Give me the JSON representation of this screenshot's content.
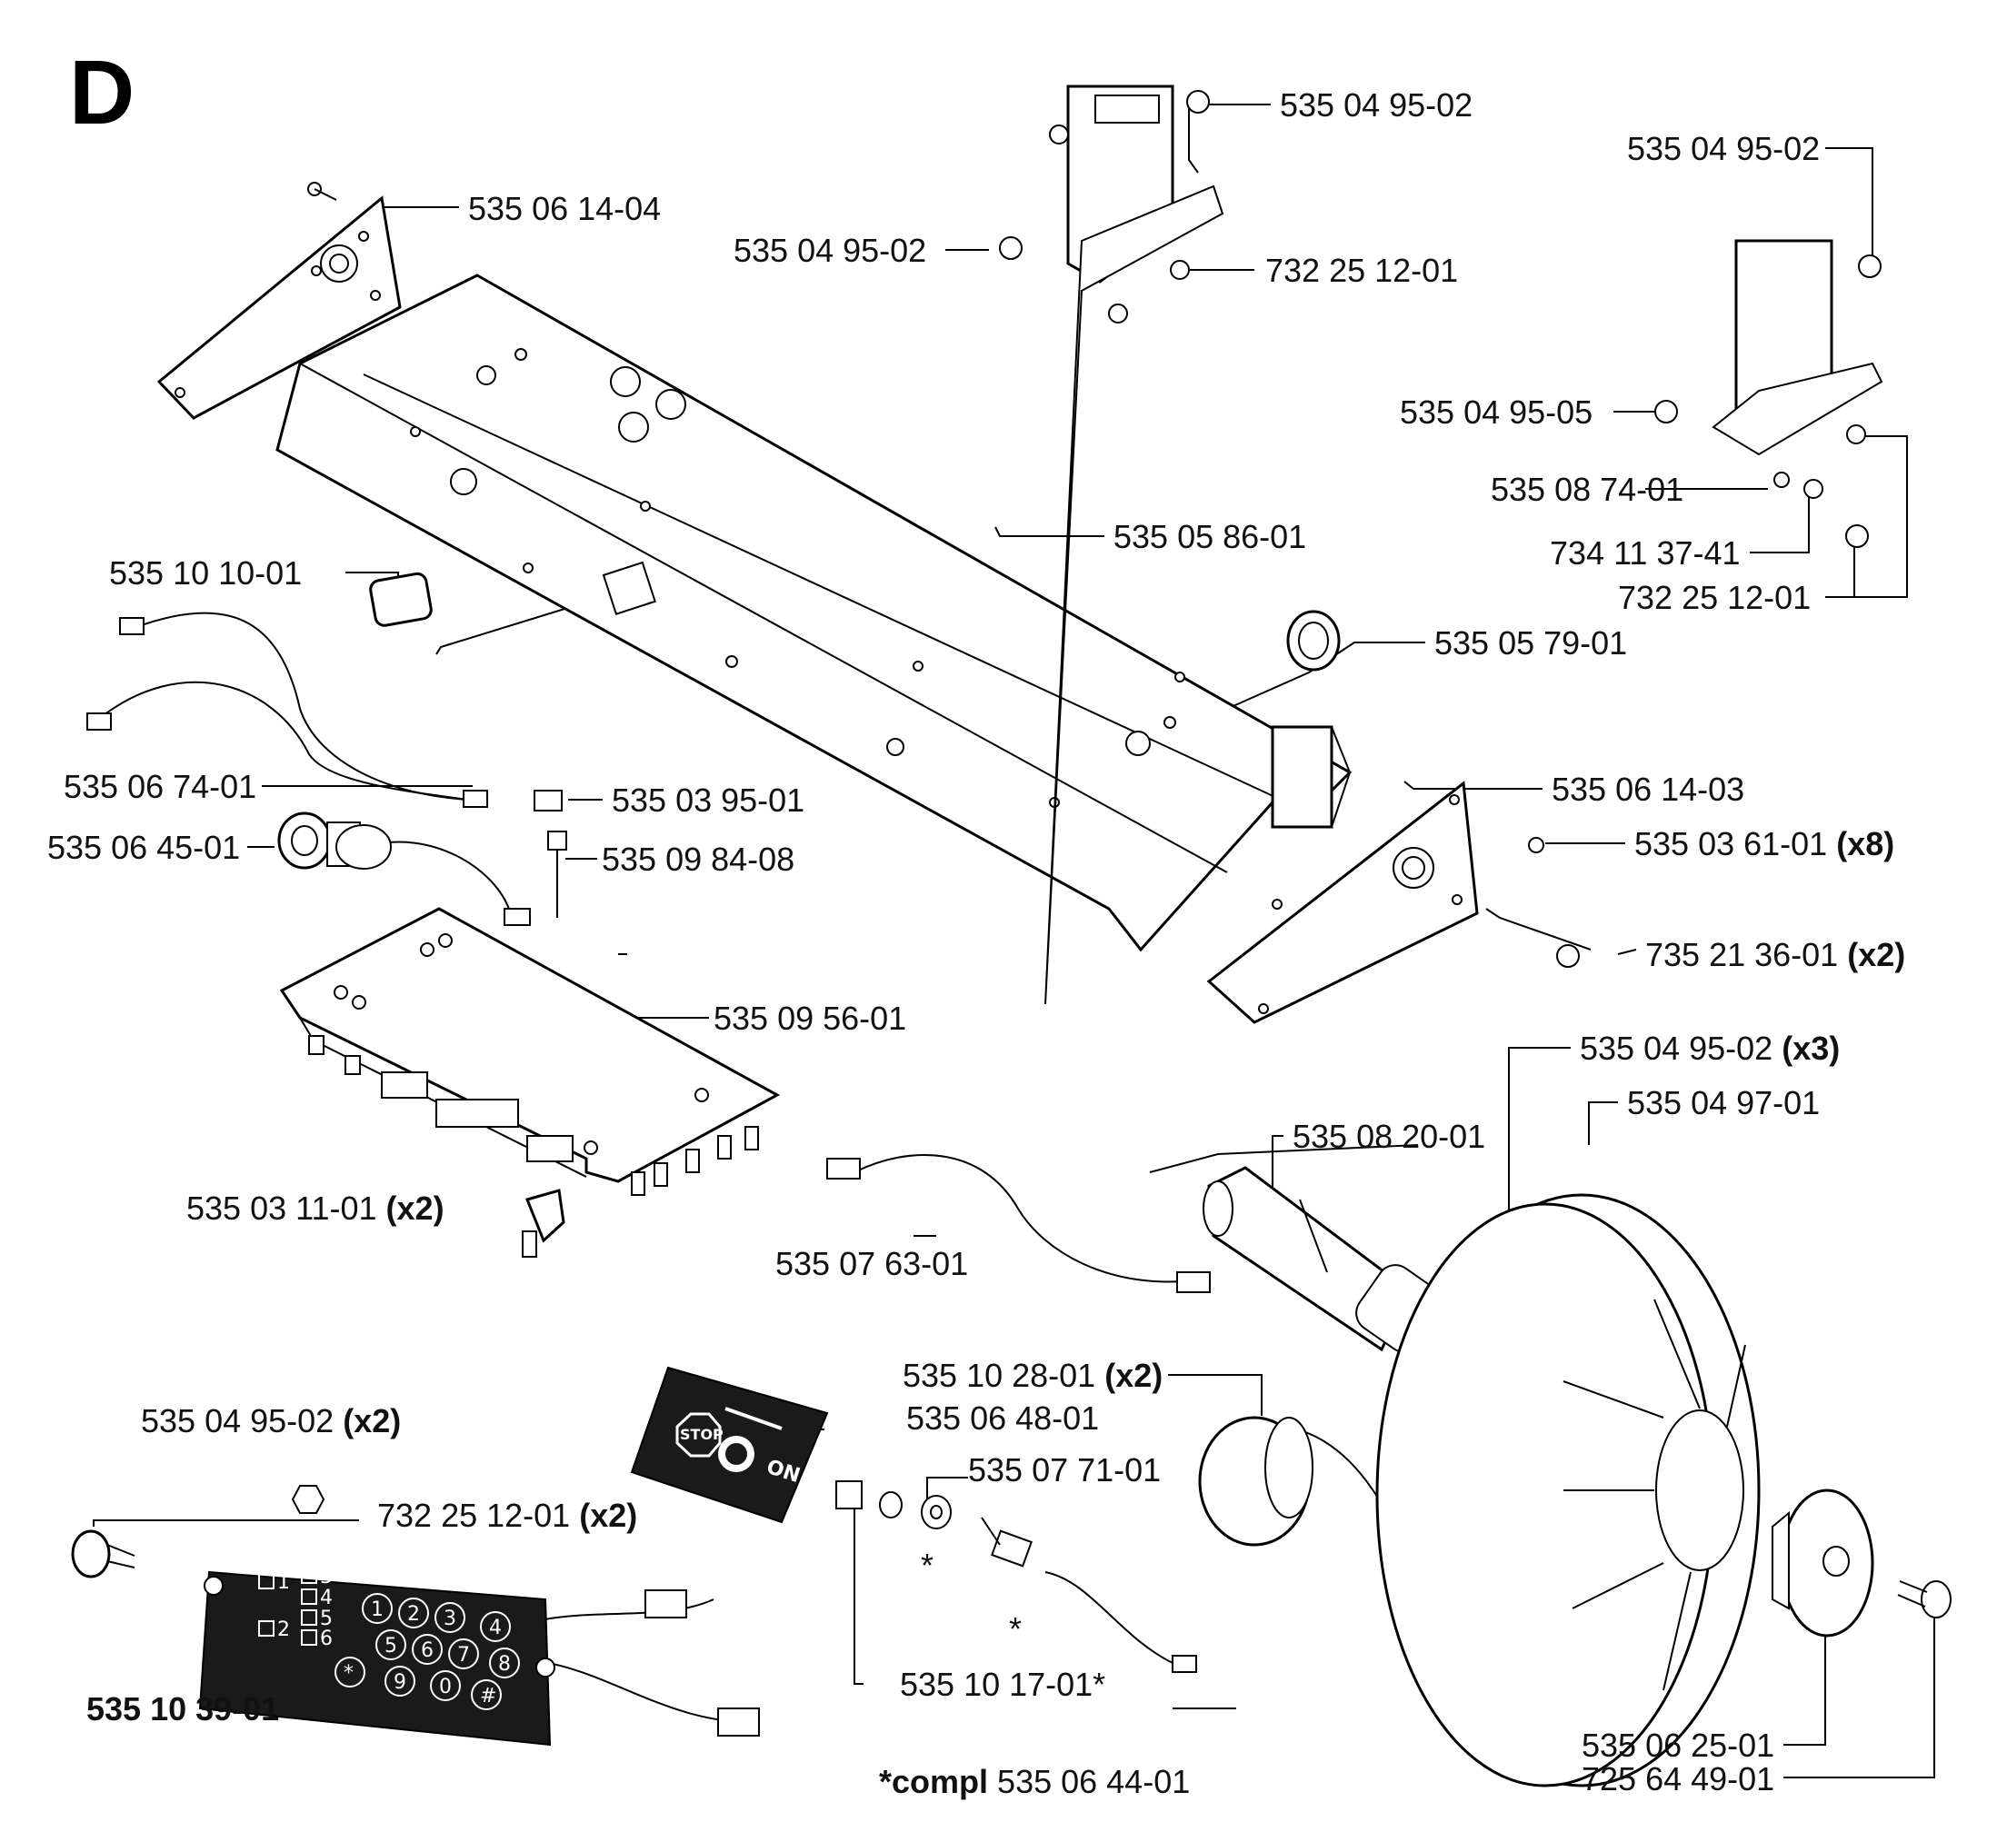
{
  "section_letter": "D",
  "callouts": [
    {
      "id": "c1",
      "part": "535 06 14-04",
      "qty": ""
    },
    {
      "id": "c2",
      "part": "535 04 95-02",
      "qty": ""
    },
    {
      "id": "c3",
      "part": "535 04 95-02",
      "qty": ""
    },
    {
      "id": "c4",
      "part": "732 25 12-01",
      "qty": ""
    },
    {
      "id": "c5",
      "part": "535 04 95-02",
      "qty": ""
    },
    {
      "id": "c6",
      "part": "535 04 95-05",
      "qty": ""
    },
    {
      "id": "c7",
      "part": "535 08 74-01",
      "qty": ""
    },
    {
      "id": "c8",
      "part": "734 11 37-41",
      "qty": ""
    },
    {
      "id": "c9",
      "part": "732 25 12-01",
      "qty": ""
    },
    {
      "id": "c10",
      "part": "535 05 86-01",
      "qty": ""
    },
    {
      "id": "c11",
      "part": "535 10 10-01",
      "qty": ""
    },
    {
      "id": "c12",
      "part": "535 05 79-01",
      "qty": ""
    },
    {
      "id": "c13",
      "part": "535 06 74-01",
      "qty": ""
    },
    {
      "id": "c14",
      "part": "535 03 95-01",
      "qty": ""
    },
    {
      "id": "c15",
      "part": "535 06 14-03",
      "qty": ""
    },
    {
      "id": "c16",
      "part": "535 06 45-01",
      "qty": ""
    },
    {
      "id": "c17",
      "part": "535 09 84-08",
      "qty": ""
    },
    {
      "id": "c18",
      "part": "535 03 61-01",
      "qty": "(x8)"
    },
    {
      "id": "c19",
      "part": "735 21 36-01",
      "qty": "(x2)"
    },
    {
      "id": "c20",
      "part": "535 09 56-01",
      "qty": ""
    },
    {
      "id": "c21",
      "part": "535 04 95-02",
      "qty": "(x3)"
    },
    {
      "id": "c22",
      "part": "535 04 97-01",
      "qty": ""
    },
    {
      "id": "c23",
      "part": "535 08 20-01",
      "qty": ""
    },
    {
      "id": "c24",
      "part": "535 03 11-01",
      "qty": "(x2)"
    },
    {
      "id": "c25",
      "part": "535 07 63-01",
      "qty": ""
    },
    {
      "id": "c26",
      "part": "535 10 28-01",
      "qty": "(x2)"
    },
    {
      "id": "c27",
      "part": "535 06 48-01",
      "qty": ""
    },
    {
      "id": "c28",
      "part": "535 04 95-02",
      "qty": "(x2)"
    },
    {
      "id": "c29",
      "part": "535 07 71-01",
      "qty": ""
    },
    {
      "id": "c30",
      "part": "732 25 12-01",
      "qty": "(x2)"
    },
    {
      "id": "c31",
      "part": "535 10 17-01*",
      "qty": ""
    },
    {
      "id": "c32",
      "part": "535 10 39-01",
      "qty": ""
    },
    {
      "id": "c33",
      "part": "535 06 25-01",
      "qty": ""
    },
    {
      "id": "c34",
      "part": "725 64 49-01",
      "qty": ""
    }
  ],
  "asterisk_marks": [
    "*",
    "*"
  ],
  "footnote": {
    "prefix": "*compl",
    "part": "535 06 44-01"
  },
  "decal": {
    "stop": "STOP",
    "on": "ON"
  },
  "keypad": {
    "side_keys": [
      "1",
      "2",
      "3",
      "4",
      "5",
      "6"
    ],
    "keys": [
      "1",
      "2",
      "3",
      "4",
      "5",
      "6",
      "7",
      "8",
      "9",
      "0",
      "*",
      "#"
    ]
  }
}
